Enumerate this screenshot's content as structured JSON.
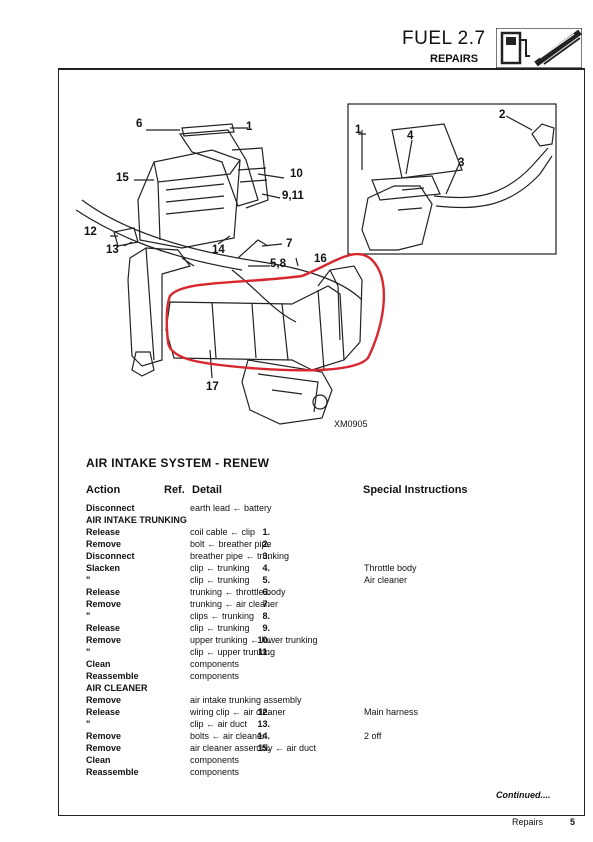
{
  "header": {
    "title": "FUEL 2.7",
    "subtitle": "REPAIRS"
  },
  "diagram": {
    "labels": [
      "6",
      "1",
      "15",
      "10",
      "9,11",
      "12",
      "13",
      "14",
      "7",
      "5,8",
      "16",
      "17",
      "1",
      "4",
      "2",
      "3"
    ],
    "code": "XM0905"
  },
  "section_title": "AIR INTAKE SYSTEM - RENEW",
  "columns": {
    "action": "Action",
    "ref": "Ref.",
    "detail": "Detail",
    "special": "Special Instructions"
  },
  "rows": [
    {
      "action": "Disconnect",
      "ref": "",
      "detail": "earth lead ← battery",
      "special": ""
    },
    {
      "action": "AIR INTAKE TRUNKING",
      "ref": "",
      "detail": "",
      "special": ""
    },
    {
      "action": "Release",
      "ref": "1.",
      "detail": "coil cable ← clip",
      "special": ""
    },
    {
      "action": "Remove",
      "ref": "2.",
      "detail": "bolt ← breather pipe",
      "special": ""
    },
    {
      "action": "Disconnect",
      "ref": "3.",
      "detail": "breather pipe ← trunking",
      "special": ""
    },
    {
      "action": "Slacken",
      "ref": "4.",
      "detail": "clip ← trunking",
      "special": "Throttle body"
    },
    {
      "action": "\"",
      "ref": "5.",
      "detail": "clip ← trunking",
      "special": "Air cleaner"
    },
    {
      "action": "Release",
      "ref": "6.",
      "detail": "trunking ← throttle body",
      "special": ""
    },
    {
      "action": "Remove",
      "ref": "7.",
      "detail": "trunking ← air cleaner",
      "special": ""
    },
    {
      "action": "\"",
      "ref": "8.",
      "detail": "clips ← trunking",
      "special": ""
    },
    {
      "action": "Release",
      "ref": "9.",
      "detail": "clip ← trunking",
      "special": ""
    },
    {
      "action": "Remove",
      "ref": "10.",
      "detail": "upper trunking ← lower trunking",
      "special": ""
    },
    {
      "action": "\"",
      "ref": "11.",
      "detail": "clip ← upper trunking",
      "special": ""
    },
    {
      "action": "Clean",
      "ref": "",
      "detail": "components",
      "special": ""
    },
    {
      "action": "Reassemble",
      "ref": "",
      "detail": "components",
      "special": ""
    },
    {
      "action": "AIR CLEANER",
      "ref": "",
      "detail": "",
      "special": ""
    },
    {
      "action": "Remove",
      "ref": "",
      "detail": "air intake trunking assembly",
      "special": ""
    },
    {
      "action": "Release",
      "ref": "12.",
      "detail": "wiring clip ← air cleaner",
      "special": "Main harness"
    },
    {
      "action": "\"",
      "ref": "13.",
      "detail": "clip ← air duct",
      "special": ""
    },
    {
      "action": "Remove",
      "ref": "14.",
      "detail": "bolts ← air cleaner",
      "special": "2 off"
    },
    {
      "action": "Remove",
      "ref": "15.",
      "detail": "air cleaner assembly ← air duct",
      "special": ""
    },
    {
      "action": "Clean",
      "ref": "",
      "detail": "components",
      "special": ""
    },
    {
      "action": "Reassemble",
      "ref": "",
      "detail": "components",
      "special": ""
    }
  ],
  "continued": "Continued....",
  "footer": {
    "label": "Repairs",
    "page": "5"
  },
  "colors": {
    "highlight": "#d8272f",
    "ink": "#111111"
  }
}
